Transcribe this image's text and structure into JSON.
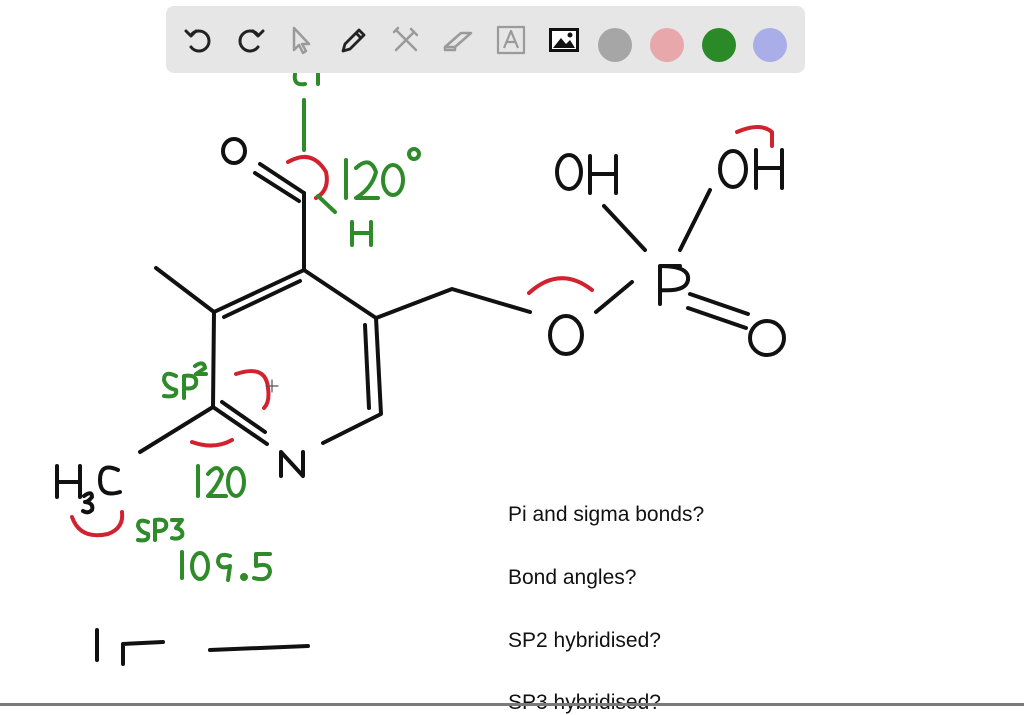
{
  "toolbar": {
    "tools": [
      {
        "name": "undo-icon"
      },
      {
        "name": "redo-icon"
      },
      {
        "name": "select-arrow-icon"
      },
      {
        "name": "pen-icon"
      },
      {
        "name": "tools-icon"
      },
      {
        "name": "eraser-icon"
      },
      {
        "name": "text-box-icon"
      },
      {
        "name": "image-icon"
      }
    ],
    "colors": {
      "gray": "#a6a6a6",
      "pink": "#e8a7ab",
      "green": "#2a8a27",
      "lavender": "#aaaee8"
    }
  },
  "ink": {
    "black": "#111111",
    "red": "#d1222f",
    "green": "#2f8a2a"
  },
  "questions": {
    "q1": "Pi and sigma bonds?",
    "q2": "Bond angles?",
    "q3": "SP2 hybridised?",
    "q4": "SP3 hybridised?"
  }
}
